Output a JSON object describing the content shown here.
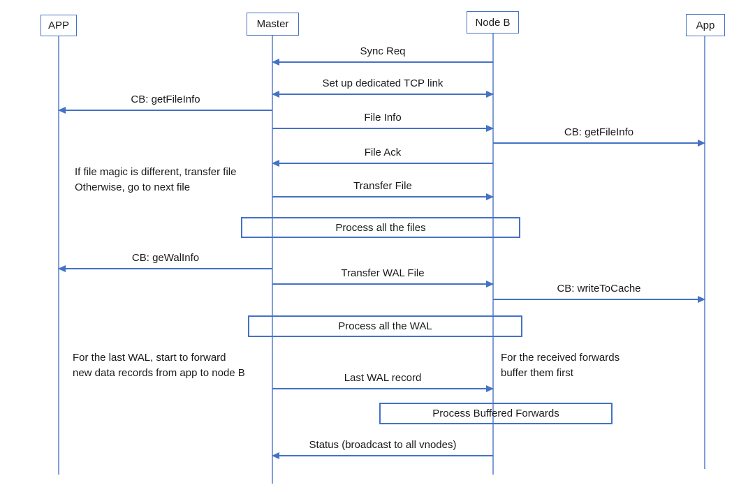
{
  "diagram": {
    "type": "sequence",
    "colors": {
      "accent": "#4472C4",
      "lifeline": "#7F9ED7",
      "text": "#1A1A1A"
    },
    "actors": [
      {
        "id": "app-left",
        "label": "APP"
      },
      {
        "id": "master",
        "label": "Master"
      },
      {
        "id": "node-b",
        "label": "Node B"
      },
      {
        "id": "app-right",
        "label": "App"
      }
    ],
    "messages": [
      {
        "from": "node-b",
        "to": "master",
        "label": "Sync Req"
      },
      {
        "from": "master",
        "to": "node-b",
        "label": "Set up dedicated TCP link",
        "bidirectional": true
      },
      {
        "from": "master",
        "to": "app-left",
        "label": "CB: getFileInfo"
      },
      {
        "from": "master",
        "to": "node-b",
        "label": "File Info"
      },
      {
        "from": "node-b",
        "to": "app-right",
        "label": "CB: getFileInfo"
      },
      {
        "from": "node-b",
        "to": "master",
        "label": "File Ack"
      },
      {
        "from": "master",
        "to": "node-b",
        "label": "Transfer File"
      },
      {
        "from": "master",
        "to": "app-left",
        "label": "CB: geWalInfo"
      },
      {
        "from": "master",
        "to": "node-b",
        "label": "Transfer WAL File"
      },
      {
        "from": "node-b",
        "to": "app-right",
        "label": "CB: writeToCache"
      },
      {
        "from": "master",
        "to": "node-b",
        "label": "Last WAL record"
      },
      {
        "from": "node-b",
        "to": "master",
        "label": "Status (broadcast to all vnodes)"
      }
    ],
    "process_boxes": [
      {
        "label": "Process all the files"
      },
      {
        "label": "Process all the WAL"
      },
      {
        "label": "Process Buffered Forwards"
      }
    ],
    "notes": [
      {
        "line1": "If file magic is different, transfer file",
        "line2": "Otherwise, go to next file"
      },
      {
        "line1": "For the last WAL, start to forward",
        "line2": "new data records from app to node B"
      },
      {
        "line1": "For the received forwards",
        "line2": "buffer them first"
      }
    ]
  }
}
